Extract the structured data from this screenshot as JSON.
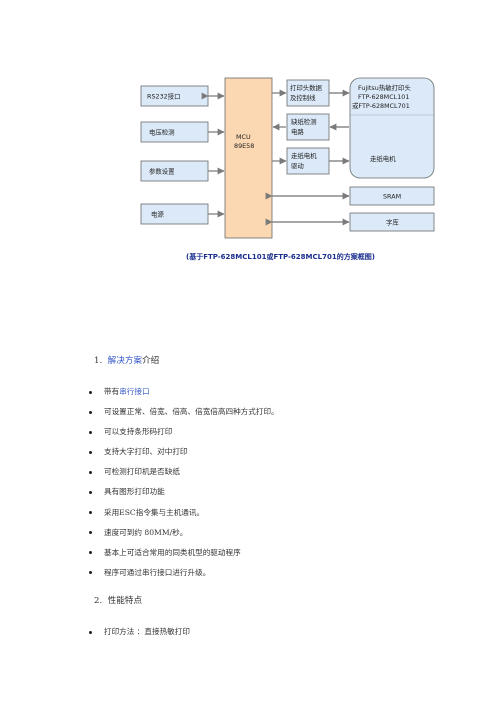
{
  "diagram": {
    "blocks": {
      "rs232": "RS232接口",
      "voltage": "电压检测",
      "params": "参数设置",
      "power": "电源",
      "mcu_line1": "MCU",
      "mcu_line2": "89E58",
      "printhead_line1": "打印头数据",
      "printhead_line2": "及控制线",
      "paper_detect_line1": "缺纸检测",
      "paper_detect_line2": "电路",
      "motor_drive_line1": "走纸电机",
      "motor_drive_line2": "驱动",
      "fujitsu_line1": "Fujitsu热敏打印头",
      "fujitsu_line2": "FTP-628MCL101",
      "fujitsu_line3": "或FTP-628MCL701",
      "motor": "走纸电机",
      "sram": "SRAM",
      "font": "字库"
    },
    "caption": "(基于FTP-628MCL101或FTP-628MCL701的方案框图)",
    "colors": {
      "mcu_fill": "#fbd7b2",
      "block_fill": "#dbe9f8",
      "border": "#6a6a6a",
      "caption": "#1b2f8f"
    }
  },
  "section1": {
    "number": "1.",
    "title": "解决方案",
    "title_suffix": "介绍",
    "items": [
      {
        "prefix": "带有",
        "link": "串行接口",
        "suffix": ""
      },
      {
        "prefix": "可设置正常、倍宽、倍高、倍宽倍高四种方式打印。",
        "link": "",
        "suffix": ""
      },
      {
        "prefix": "可以支持条形码打印",
        "link": "",
        "suffix": ""
      },
      {
        "prefix": "支持大字打印、对中打印",
        "link": "",
        "suffix": ""
      },
      {
        "prefix": "可检测打印机是否缺纸",
        "link": "",
        "suffix": ""
      },
      {
        "prefix": "具有图形打印功能",
        "link": "",
        "suffix": ""
      },
      {
        "prefix": "采用ESC指令集与主机通讯。",
        "link": "",
        "suffix": ""
      },
      {
        "prefix": "速度可到约 80MM/秒。",
        "link": "",
        "suffix": ""
      },
      {
        "prefix": "基本上可适合常用的同类机型的驱动程序",
        "link": "",
        "suffix": ""
      },
      {
        "prefix": "程序可通过串行接口进行升级。",
        "link": "",
        "suffix": ""
      }
    ]
  },
  "section2": {
    "number": "2.",
    "title": "性能特点",
    "items": [
      {
        "prefix": "打印方法 ：直接热敏打印",
        "link": "",
        "suffix": ""
      }
    ]
  }
}
